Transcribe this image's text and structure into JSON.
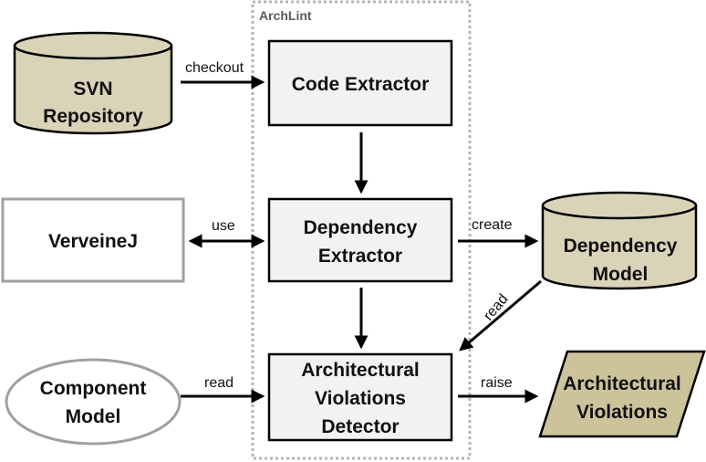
{
  "colors": {
    "repository_fill": "#d9d3b8",
    "process_fill": "#f2f2f2",
    "external_stroke": "#a0a0a0",
    "output_fill": "#cdc39a",
    "group_stroke": "#b5b5b5"
  },
  "group": {
    "label": "ArchLint"
  },
  "nodes": {
    "svn_repository": {
      "line1": "SVN",
      "line2": "Repository"
    },
    "code_extractor": {
      "label": "Code Extractor"
    },
    "verveinej": {
      "label": "VerveineJ"
    },
    "dependency_extractor": {
      "line1": "Dependency",
      "line2": "Extractor"
    },
    "dependency_model": {
      "line1": "Dependency",
      "line2": "Model"
    },
    "component_model": {
      "line1": "Component",
      "line2": "Model"
    },
    "violations_detector": {
      "line1": "Architectural",
      "line2": "Violations",
      "line3": "Detector"
    },
    "architectural_violations": {
      "line1": "Architectural",
      "line2": "Violations"
    }
  },
  "edges": {
    "checkout": "checkout",
    "use": "use",
    "create": "create",
    "read_model": "read",
    "read_component": "read",
    "raise": "raise"
  }
}
